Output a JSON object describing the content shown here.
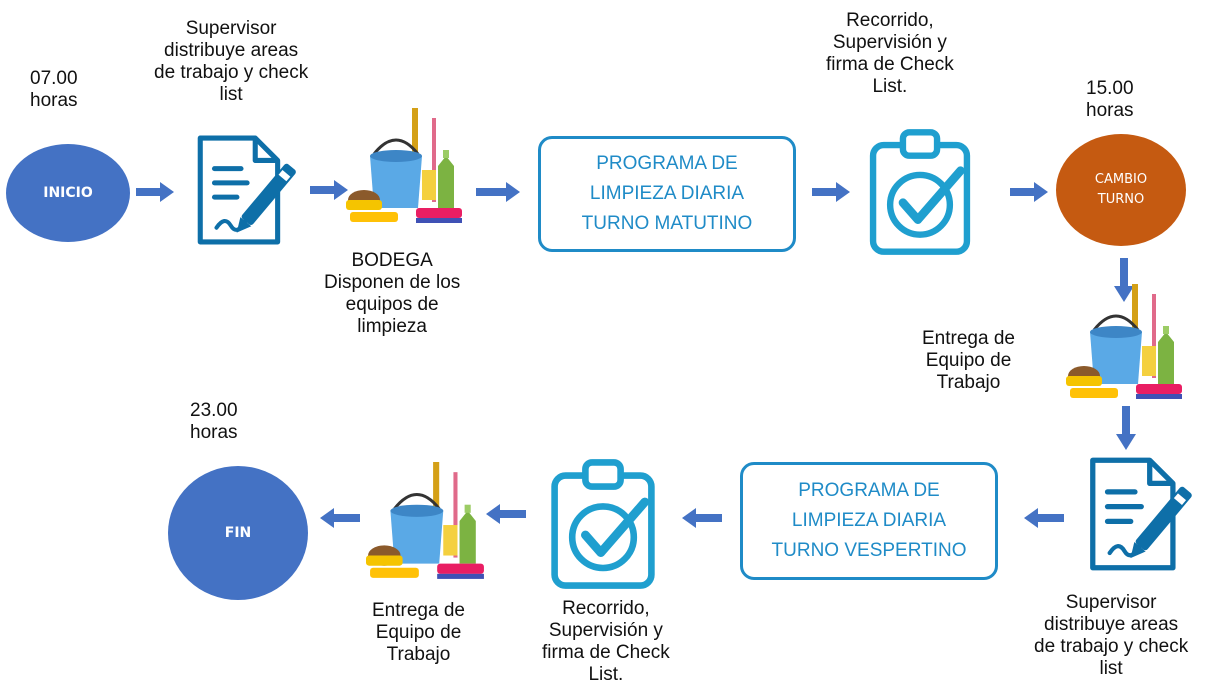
{
  "colors": {
    "blue_circle": "#4472c4",
    "orange_circle": "#c55a11",
    "program_border": "#1f8bc7",
    "arrow": "#4472c4",
    "icon_dark": "#0e6fa8"
  },
  "top_row": {
    "time_start": [
      "07.00",
      "horas"
    ],
    "inicio": "INICIO",
    "supervisor_label": [
      "Supervisor",
      "distribuye areas",
      "de trabajo y check",
      "list"
    ],
    "bodega_label": [
      "BODEGA",
      "Disponen de los",
      "equipos de",
      "limpieza"
    ],
    "program_morning": [
      "PROGRAMA DE",
      "LIMPIEZA DIARIA",
      "TURNO MATUTINO"
    ],
    "recorrido_label": [
      "Recorrido,",
      "Supervisión y",
      "firma de Check",
      "List."
    ],
    "time_shift": [
      "15.00",
      "horas"
    ],
    "cambio_turno": [
      "CAMBIO",
      "TURNO"
    ]
  },
  "right_column": {
    "entrega_label": [
      "Entrega de",
      "Equipo de",
      "Trabajo"
    ],
    "supervisor_label": [
      "Supervisor",
      "distribuye areas",
      "de trabajo y check",
      "list"
    ]
  },
  "bottom_row": {
    "program_evening": [
      "PROGRAMA DE",
      "LIMPIEZA DIARIA",
      "TURNO VESPERTINO"
    ],
    "recorrido_label": [
      "Recorrido,",
      "Supervisión y",
      "firma de Check",
      "List."
    ],
    "entrega_label": [
      "Entrega de",
      "Equipo de",
      "Trabajo"
    ],
    "time_end": [
      "23.00",
      "horas"
    ],
    "fin": "FIN"
  },
  "icons": [
    "document-pen-icon",
    "cleaning-supplies-icon",
    "clipboard-check-icon",
    "arrow-icon"
  ]
}
